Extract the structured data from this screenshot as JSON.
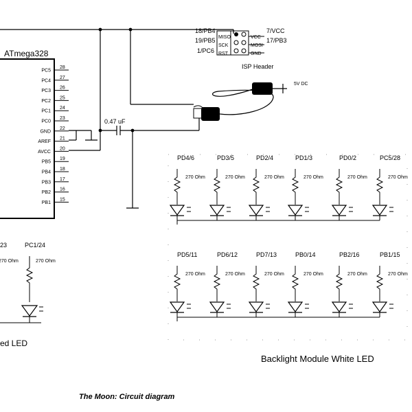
{
  "mcu": {
    "name": "ATmega328",
    "pins": [
      {
        "name": "PC5",
        "num": "28"
      },
      {
        "name": "PC4",
        "num": "27"
      },
      {
        "name": "PC3",
        "num": "26"
      },
      {
        "name": "PC2",
        "num": "25"
      },
      {
        "name": "PC1",
        "num": "24"
      },
      {
        "name": "PC0",
        "num": "23"
      },
      {
        "name": "GND",
        "num": "22"
      },
      {
        "name": "AREF",
        "num": "21"
      },
      {
        "name": "AVCC",
        "num": "20"
      },
      {
        "name": "PB5",
        "num": "19"
      },
      {
        "name": "PB4",
        "num": "18"
      },
      {
        "name": "PB3",
        "num": "17"
      },
      {
        "name": "PB2",
        "num": "16"
      },
      {
        "name": "PB1",
        "num": "15"
      }
    ]
  },
  "capacitor": {
    "label": "0.47 uF"
  },
  "isp": {
    "title": "ISP Header",
    "left_labels": [
      "18/PB4",
      "19/PB5",
      "1/PC6"
    ],
    "right_labels": [
      "7/VCC",
      "17/PB3"
    ],
    "pins_left": [
      "MISO",
      "SCK",
      "RST"
    ],
    "pins_right": [
      "VCC",
      "MOSI",
      "GND"
    ]
  },
  "power": {
    "label": "5V DC"
  },
  "resistor_value": "270 Ohm",
  "top_row": [
    "PD4/6",
    "PD3/5",
    "PD2/4",
    "PD1/3",
    "PD0/2",
    "PC5/28"
  ],
  "bottom_row": [
    "PD5/11",
    "PD6/12",
    "PD7/13",
    "PB0/14",
    "PB2/16",
    "PB1/15"
  ],
  "left_partial": {
    "label_a": "23",
    "label_b": "PC1/24",
    "caption": "ed LED"
  },
  "module_caption": "Backlight Module White LED",
  "figure_caption": "The Moon: Circuit diagram"
}
